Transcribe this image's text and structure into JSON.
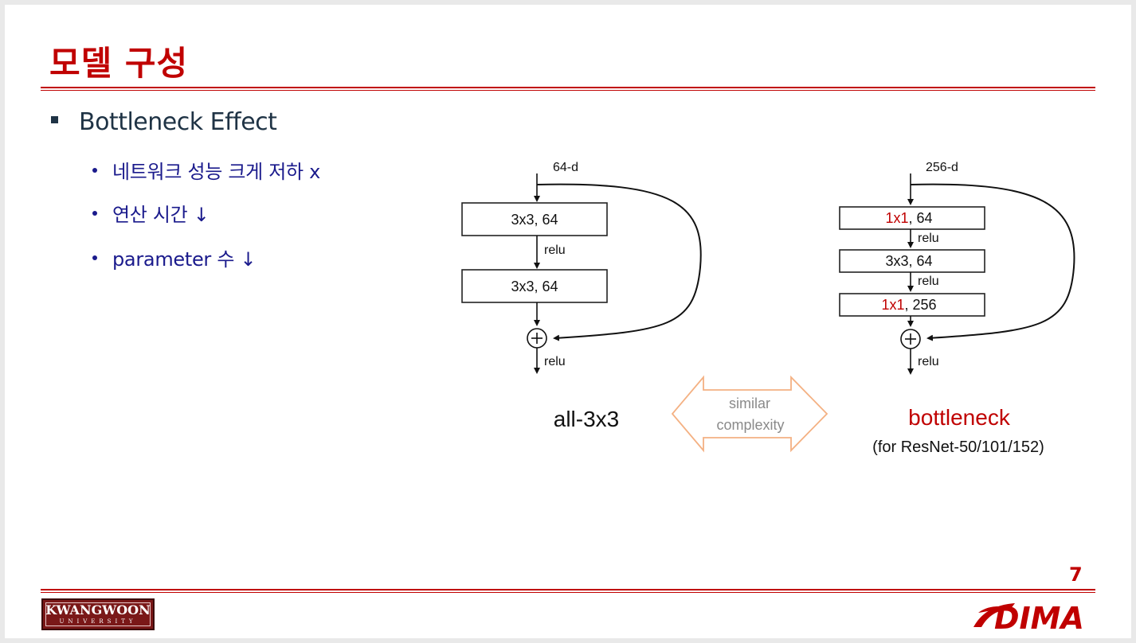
{
  "slide": {
    "title": "모델 구성",
    "page_number": "7"
  },
  "content": {
    "main_bullet": "Bottleneck Effect",
    "sub_bullets": [
      "네트워크 성능 크게 저하 x",
      "연산 시간 ↓",
      "parameter 수 ↓"
    ]
  },
  "diagram": {
    "left": {
      "input_label": "64-d",
      "box1": "3x3, 64",
      "relu1": "relu",
      "box2": "3x3, 64",
      "relu_out": "relu",
      "caption": "all-3x3"
    },
    "middle": {
      "line1": "similar",
      "line2": "complexity"
    },
    "right": {
      "input_label": "256-d",
      "box1_red": "1x1",
      "box1_rest": ", 64",
      "relu1": "relu",
      "box2": "3x3, 64",
      "relu2": "relu",
      "box3_red": "1x1",
      "box3_rest": ", 256",
      "relu_out": "relu",
      "caption": "bottleneck",
      "sub_caption": "(for ResNet-50/101/152)"
    }
  },
  "logos": {
    "university_main": "KWANGWOON",
    "university_sub": "UNIVERSITY",
    "lab": "DIMA"
  },
  "colors": {
    "accent_red": "#c00000",
    "text_navy": "#1a1a8c",
    "heading_dark": "#1f3345",
    "arrow_orange": "#f4b183"
  }
}
